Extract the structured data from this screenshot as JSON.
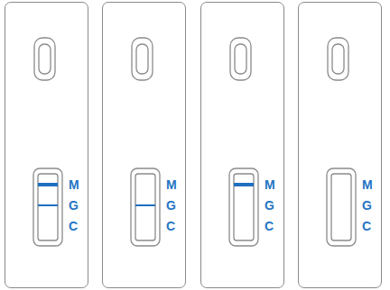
{
  "diagram": {
    "nodes": [
      {
        "text": [
          "M",
          "G",
          "C"
        ]
      },
      {
        "text": [
          "M",
          "G",
          "C"
        ]
      },
      {
        "text": [
          "M",
          "G",
          "C"
        ]
      },
      {
        "text": [
          "M",
          "G",
          "C"
        ]
      }
    ]
  }
}
